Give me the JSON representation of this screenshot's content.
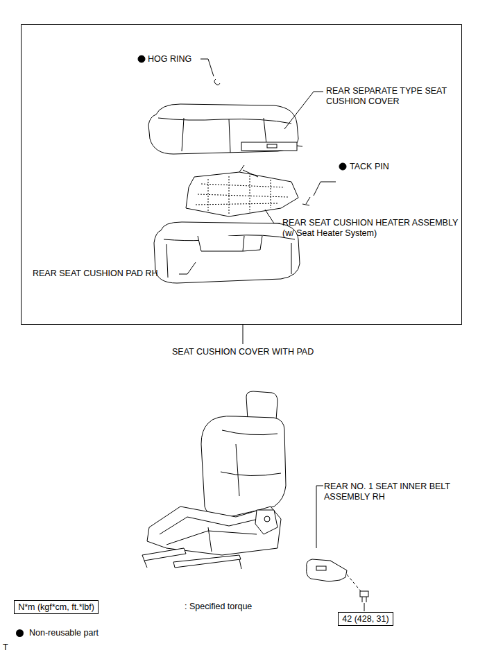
{
  "diagram": {
    "nodes": [
      {
        "text": [
          "42 (428, 31)"
        ]
      },
      {
        "text": [
          "N*m (kgf*cm, ft.*lbf)"
        ]
      }
    ],
    "labels": [
      "HOG RING",
      "REAR SEPARATE TYPE SEAT CUSHION COVER",
      "TACK PIN",
      "REAR SEAT CUSHION HEATER ASSEMBLY (w/ Seat Heater System)",
      "REAR SEAT CUSHION PAD RH",
      "SEAT CUSHION COVER WITH PAD",
      "REAR NO. 1 SEAT INNER BELT ASSEMBLY RH",
      ": Specified torque",
      "T"
    ],
    "legend": [
      {
        "text": "Non-reusable part",
        "color": "#000000"
      }
    ]
  }
}
